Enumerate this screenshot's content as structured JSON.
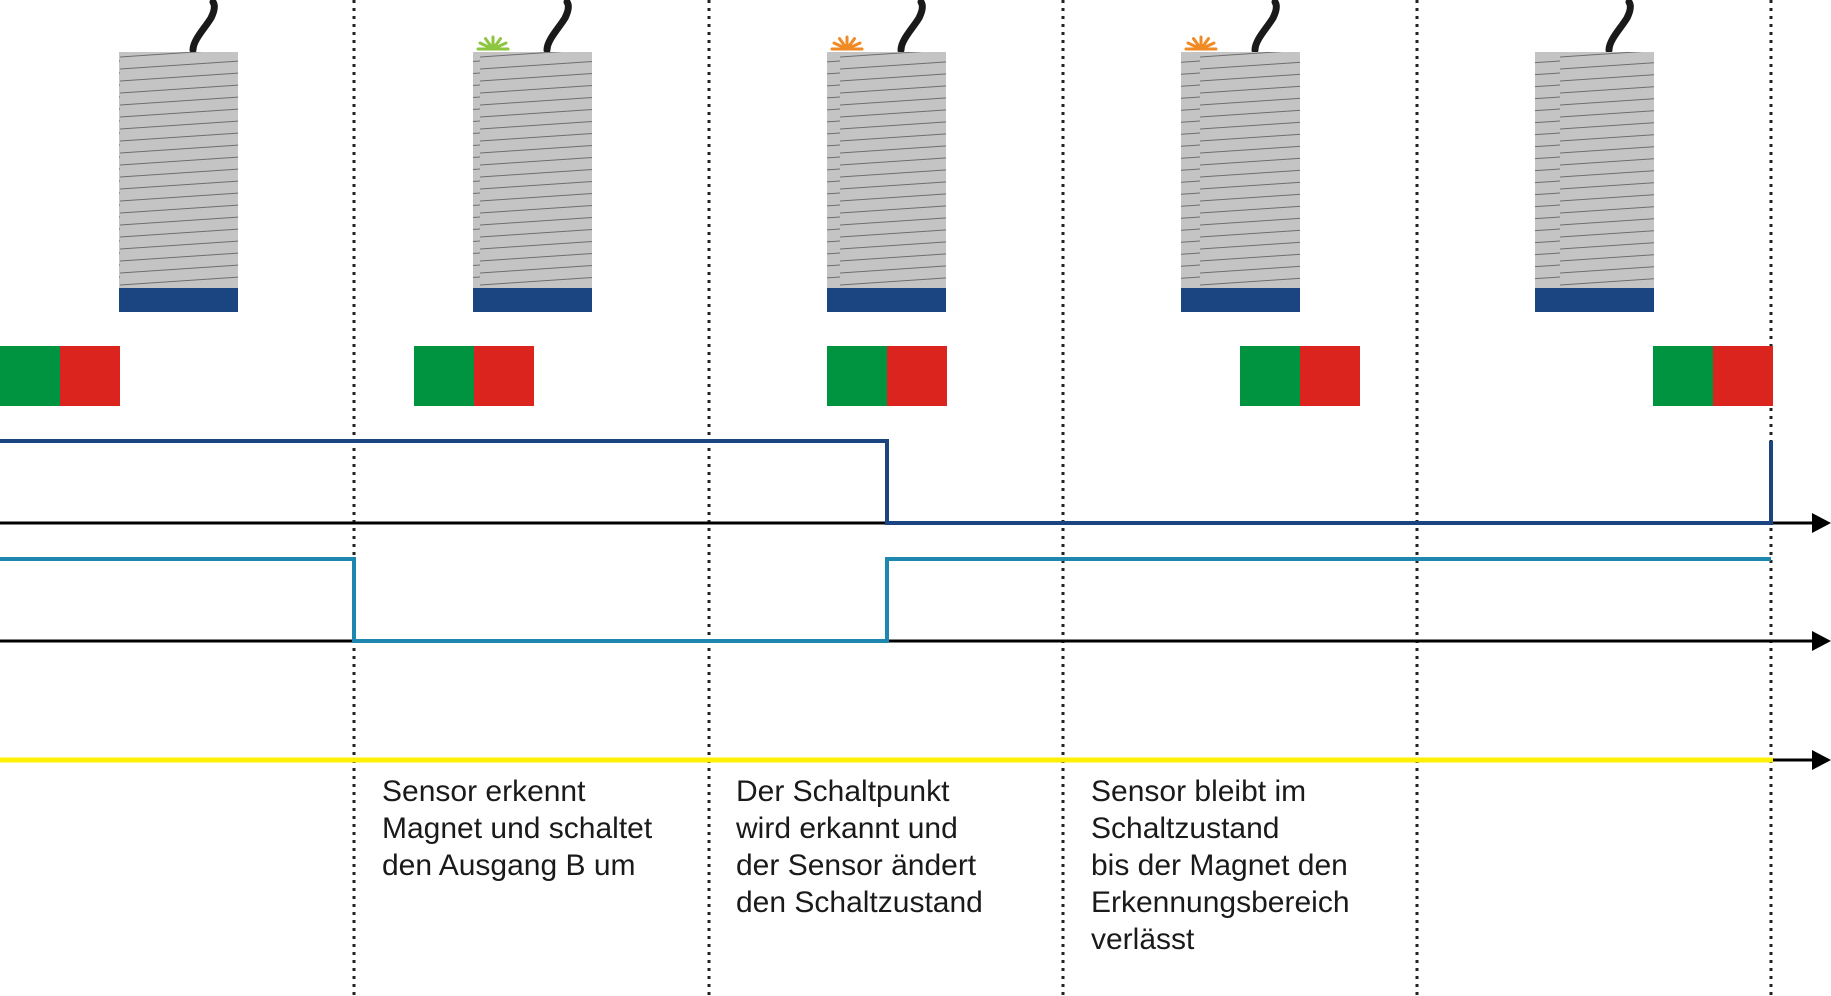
{
  "captions": [
    {
      "lines": [
        "Sensor erkennt",
        "Magnet und schaltet",
        "den Ausgang  B um"
      ]
    },
    {
      "lines": [
        "Der Schaltpunkt",
        "wird erkannt und",
        "der Sensor ändert",
        "den Schaltzustand"
      ]
    },
    {
      "lines": [
        "Sensor bleibt im",
        "Schaltzustand",
        "bis der Magnet den",
        "Erkennungsbereich",
        "verlässt"
      ]
    }
  ],
  "sensors": [
    {
      "led": "none"
    },
    {
      "led": "green"
    },
    {
      "led": "orange"
    },
    {
      "led": "orange"
    },
    {
      "led": "none"
    }
  ],
  "signals": {
    "output_a": [
      1,
      1,
      0,
      0,
      1
    ],
    "output_b": [
      1,
      0,
      1,
      1,
      1
    ]
  },
  "colors": {
    "sensor_body": "#c4c4c4",
    "sensor_face": "#1a4580",
    "magnet_north": "#009440",
    "magnet_south": "#dc241f",
    "signal_a": "#1a4580",
    "signal_b": "#1e87b0",
    "yellow_line": "#ffef00",
    "led_green": "#8cc63f",
    "led_orange": "#f08a24",
    "axis": "#000000"
  }
}
